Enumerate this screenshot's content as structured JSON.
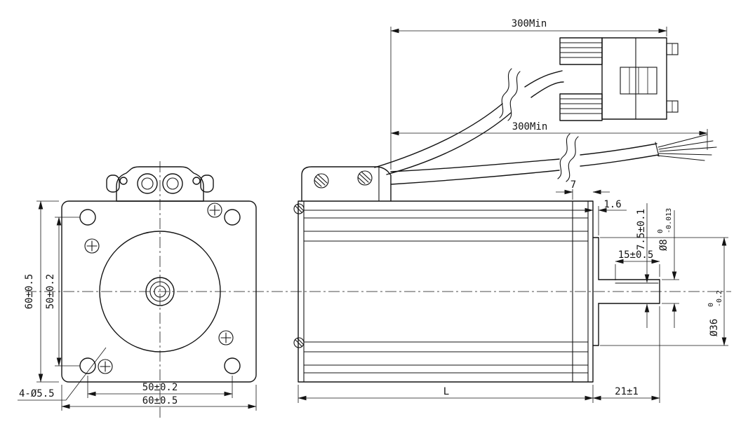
{
  "dims": {
    "cable_top": "300Min",
    "cable_bottom": "300Min",
    "front_height": "60±0.5",
    "front_hole_pitch_v": "50±0.2",
    "front_hole_pitch_h": "50±0.2",
    "front_width": "60±0.5",
    "mounting_holes": "4-Ø5.5",
    "rear_cap_width": "7",
    "boss_plate": "1.6",
    "shaft_flat_height": "7.5±0.1",
    "shaft_diameter": "Ø8",
    "shaft_tol_high": "0",
    "shaft_tol_low": "-0.013",
    "shaft_flat_length": "15±0.5",
    "boss_diameter": "Ø36",
    "boss_tol_high": "0",
    "boss_tol_low": "-0.2",
    "body_length": "L",
    "shaft_length": "21±1"
  },
  "colors": {
    "line": "#141414",
    "background": "#ffffff"
  }
}
